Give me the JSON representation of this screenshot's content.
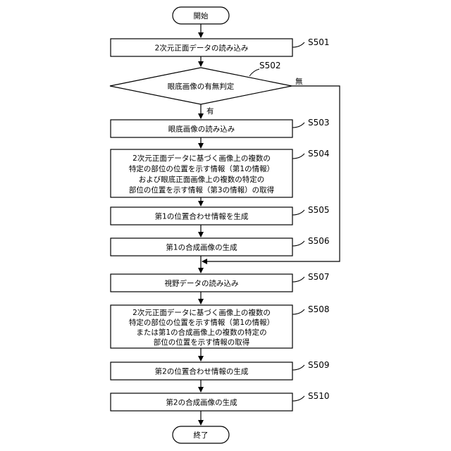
{
  "terminals": {
    "start": "開始",
    "end": "終了"
  },
  "steps": {
    "s501": {
      "id": "S501",
      "lines": [
        "2次元正面データの読み込み"
      ]
    },
    "s502": {
      "id": "S502",
      "lines": [
        "眼底画像の有無判定"
      ],
      "yes": "有",
      "no": "無"
    },
    "s503": {
      "id": "S503",
      "lines": [
        "眼底画像の読み込み"
      ]
    },
    "s504": {
      "id": "S504",
      "lines": [
        "2次元正面データに基づく画像上の複数の",
        "特定の部位の位置を示す情報（第1の情報）",
        "および眼底正面画像上の複数の特定の",
        "部位の位置を示す情報（第3の情報）の取得"
      ]
    },
    "s505": {
      "id": "S505",
      "lines": [
        "第1の位置合わせ情報を生成"
      ]
    },
    "s506": {
      "id": "S506",
      "lines": [
        "第1の合成画像の生成"
      ]
    },
    "s507": {
      "id": "S507",
      "lines": [
        "視野データの読み込み"
      ]
    },
    "s508": {
      "id": "S508",
      "lines": [
        "2次元正面データに基づく画像上の複数の",
        "特定の部位の位置を示す情報（第1の情報）",
        "または第1の合成画像上の複数の特定の",
        "部位の位置を示す情報の取得"
      ]
    },
    "s509": {
      "id": "S509",
      "lines": [
        "第2の位置合わせ情報の生成"
      ]
    },
    "s510": {
      "id": "S510",
      "lines": [
        "第2の合成画像の生成"
      ]
    }
  }
}
